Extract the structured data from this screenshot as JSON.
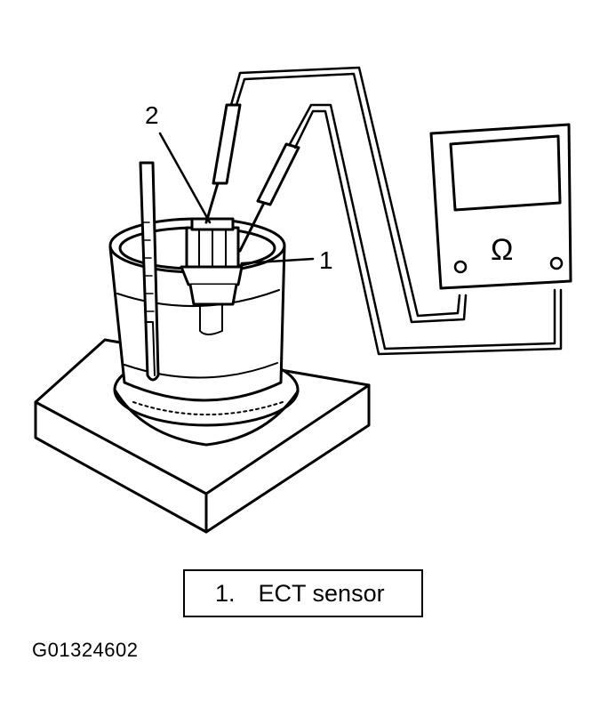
{
  "callouts": {
    "one": "1",
    "two": "2"
  },
  "legend": {
    "number": "1.",
    "label": "ECT sensor"
  },
  "figure_id": "G01324602",
  "meter_symbol": "Ω",
  "colors": {
    "line": "#000000",
    "background": "#ffffff"
  }
}
